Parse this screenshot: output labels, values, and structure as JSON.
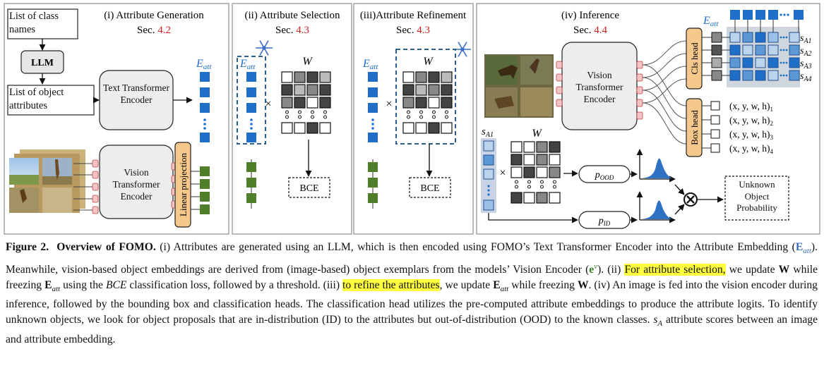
{
  "panels": {
    "p1": {
      "title": "(i) Attribute Generation",
      "sec_prefix": "Sec. ",
      "sec_num": "4.2",
      "box_classes": "List of class names",
      "llm": "LLM",
      "box_attrs": "List of object attributes",
      "text_encoder": "Text Transformer Encoder",
      "vision_encoder": "Vision Transformer Encoder",
      "linear_projection": "Linear projection",
      "e_att": "E",
      "e_att_sub": "att"
    },
    "p2": {
      "title": "(ii) Attribute Selection",
      "sec_prefix": "Sec. ",
      "sec_num": "4.3",
      "e_att": "E",
      "e_att_sub": "att",
      "w": "W",
      "times": "×",
      "bce": "BCE"
    },
    "p3": {
      "title": "(iii)Attribute Refinement",
      "sec_prefix": "Sec. ",
      "sec_num": "4.3",
      "e_att": "E",
      "e_att_sub": "att",
      "w": "W",
      "times": "×",
      "bce": "BCE"
    },
    "p4": {
      "title": "(iv) Inference",
      "sec_prefix": "Sec. ",
      "sec_num": "4.4",
      "vision_encoder": "Vision Transformer Encoder",
      "cls_head": "Cls head",
      "box_head": "Box head",
      "e_att": "E",
      "e_att_sub": "att",
      "w": "W",
      "times": "×",
      "s_labels": [
        "A1",
        "A2",
        "A3",
        "A4"
      ],
      "box_outputs": [
        "(x, y, w, h)",
        "(x, y, w, h)",
        "(x, y, w, h)",
        "(x, y, w, h)"
      ],
      "box_subs": [
        "1",
        "2",
        "3",
        "4"
      ],
      "s_a1": "A1",
      "p_ood": "OOD",
      "p_id": "ID",
      "unknown": "Unknown Object Probability"
    }
  },
  "colors": {
    "blue": "#1f6fc9",
    "green": "#4f7f2a",
    "red": "#d11f1f",
    "note": "#3b6fc4"
  },
  "caption": {
    "label": "Figure 2.",
    "title": "Overview of FOMO.",
    "t1": " (i) Attributes are generated using an LLM, which is then encoded using FOMO’s Text Transformer Encoder into the Attribute Embedding (",
    "e_att": "E",
    "e_att_sub": "att",
    "t2": "). Meanwhile, vision-based object embeddings are derived from (image-based) object exemplars from the models’ Vision Encoder (",
    "ev": "e",
    "ev_sup": "v",
    "t3": "). (ii) ",
    "hl1": "For attribute selection,",
    "t4": " we update ",
    "W1": "W",
    "t5": " while freezing ",
    "E2": "E",
    "E2_sub": "att",
    "t6": " using the ",
    "bce": "BCE",
    "t7": " classification loss, followed by a threshold. (iii) ",
    "hl2": "to refine the attributes",
    "t8": ", we update ",
    "E3": "E",
    "E3_sub": "att",
    "t9": " while freezing ",
    "W2": "W",
    "t10": ". (iv) An image is fed into the vision encoder during inference, followed by the bounding box and classification heads. The classification head utilizes the pre-computed attribute embeddings to produce the attribute logits. To identify unknown objects, we look for object proposals that are in-distribution (ID) to the attributes but out-of-distribution (OOD) to the known classes. ",
    "sA": "s",
    "sA_sub": "A",
    "t11": " attribute scores between an image and attribute embedding."
  }
}
